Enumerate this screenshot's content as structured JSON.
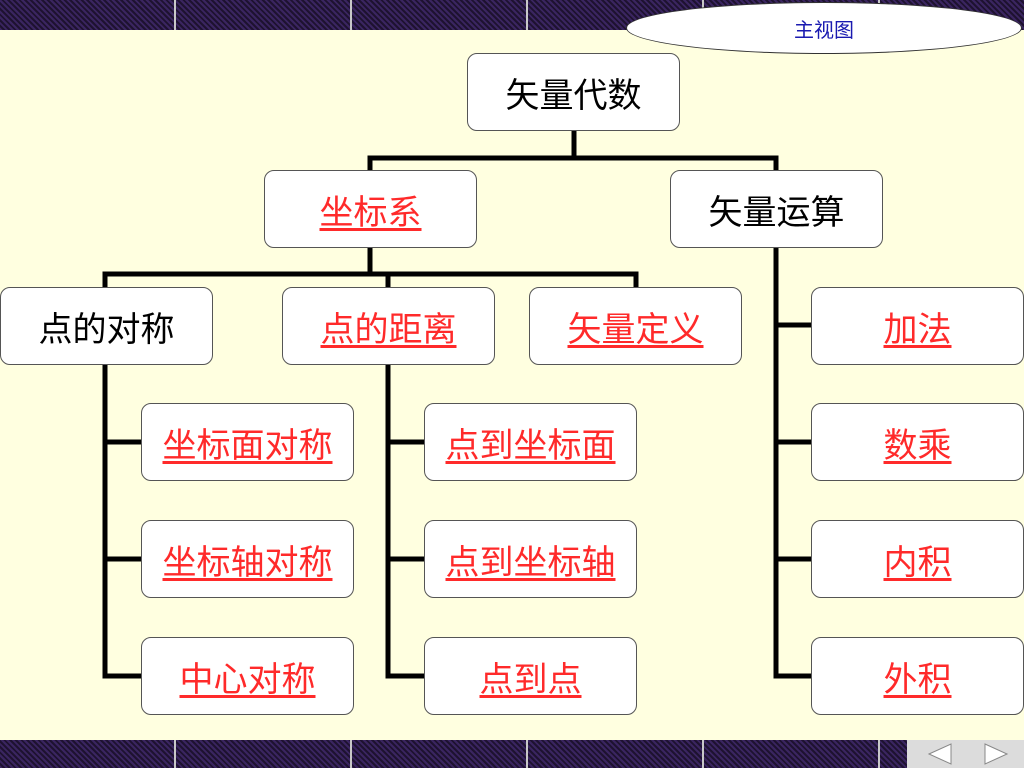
{
  "header": {
    "view_label": "主视图"
  },
  "diagram": {
    "root": "矢量代数",
    "coord": "坐标系",
    "ops": "矢量运算",
    "symmetry": "点的对称",
    "distance": "点的距离",
    "vector_def": "矢量定义",
    "plane_sym": "坐标面对称",
    "axis_sym": "坐标轴对称",
    "center_sym": "中心对称",
    "to_plane": "点到坐标面",
    "to_axis": "点到坐标轴",
    "to_point": "点到点",
    "add": "加法",
    "scalar_mul": "数乘",
    "inner": "内积",
    "outer": "外积"
  },
  "colors": {
    "link": "#ff2a2a",
    "line": "#000000",
    "background": "#ffffe0",
    "view_text": "#1a1ab0"
  },
  "icons": {
    "prev": "triangle-left-icon",
    "next": "triangle-right-icon"
  }
}
